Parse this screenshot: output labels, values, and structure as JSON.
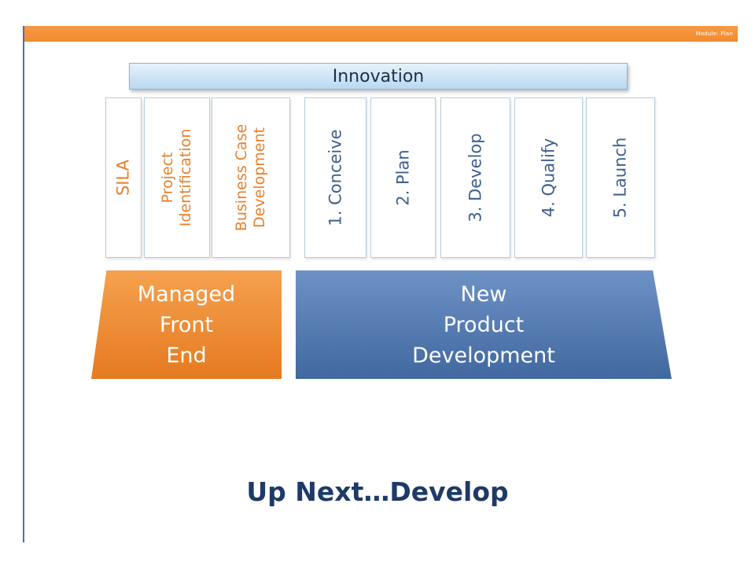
{
  "header": {
    "module_label": "Module: Plan"
  },
  "innovation": {
    "label": "Innovation"
  },
  "front_end_phases": [
    "SILA",
    "Project\nIdentification",
    "Business Case\nDevelopment"
  ],
  "npd_phases": [
    "1. Conceive",
    "2. Plan",
    "3. Develop",
    "4. Qualify",
    "5. Launch"
  ],
  "blocks": {
    "managed_front_end": "Managed\nFront\nEnd",
    "new_product_development": "New\nProduct\nDevelopment"
  },
  "caption": "Up Next…Develop",
  "colors": {
    "orange": "#f08a2f",
    "blue": "#4a6fa5",
    "dark_blue": "#1e3a66"
  }
}
